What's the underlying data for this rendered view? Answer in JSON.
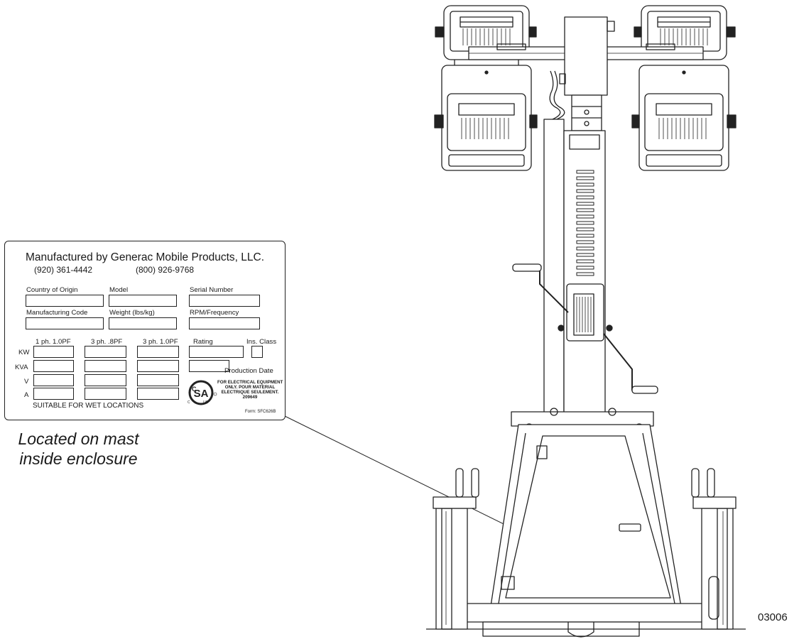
{
  "tag": {
    "title": "Manufactured by Generac Mobile Products, LLC.",
    "phone1": "(920) 361-4442",
    "phone2": "(800) 926-9768",
    "country_label": "Country of Origin",
    "model_label": "Model",
    "serial_label": "Serial Number",
    "mfg_code_label": "Manufacturing Code",
    "weight_label": "Weight (lbs/kg)",
    "rpm_label": "RPM/Frequency",
    "col_1ph": "1 ph. 1.0PF",
    "col_3ph8": "3 ph. .8PF",
    "col_3ph10": "3 ph. 1.0PF",
    "rating_label": "Rating",
    "ins_class_label": "Ins. Class",
    "row_kw": "KW",
    "row_kva": "KVA",
    "row_v": "V",
    "row_a": "A",
    "production_date_label": "Production Date",
    "csa_c": "C",
    "csa_us": "US",
    "csa_text_1": "FOR ELECTRICAL EQUIPMENT",
    "csa_text_2": "ONLY. POUR MATERIAL",
    "csa_text_3": "ELECTRIQUE SEULEMENT.",
    "csa_text_4": "209649",
    "wet_locations": "SUITABLE FOR WET LOCATIONS",
    "form_number": "Form: SFC626B"
  },
  "caption_line1": "Located on mast",
  "caption_line2": "inside enclosure",
  "figure_id": "03006"
}
